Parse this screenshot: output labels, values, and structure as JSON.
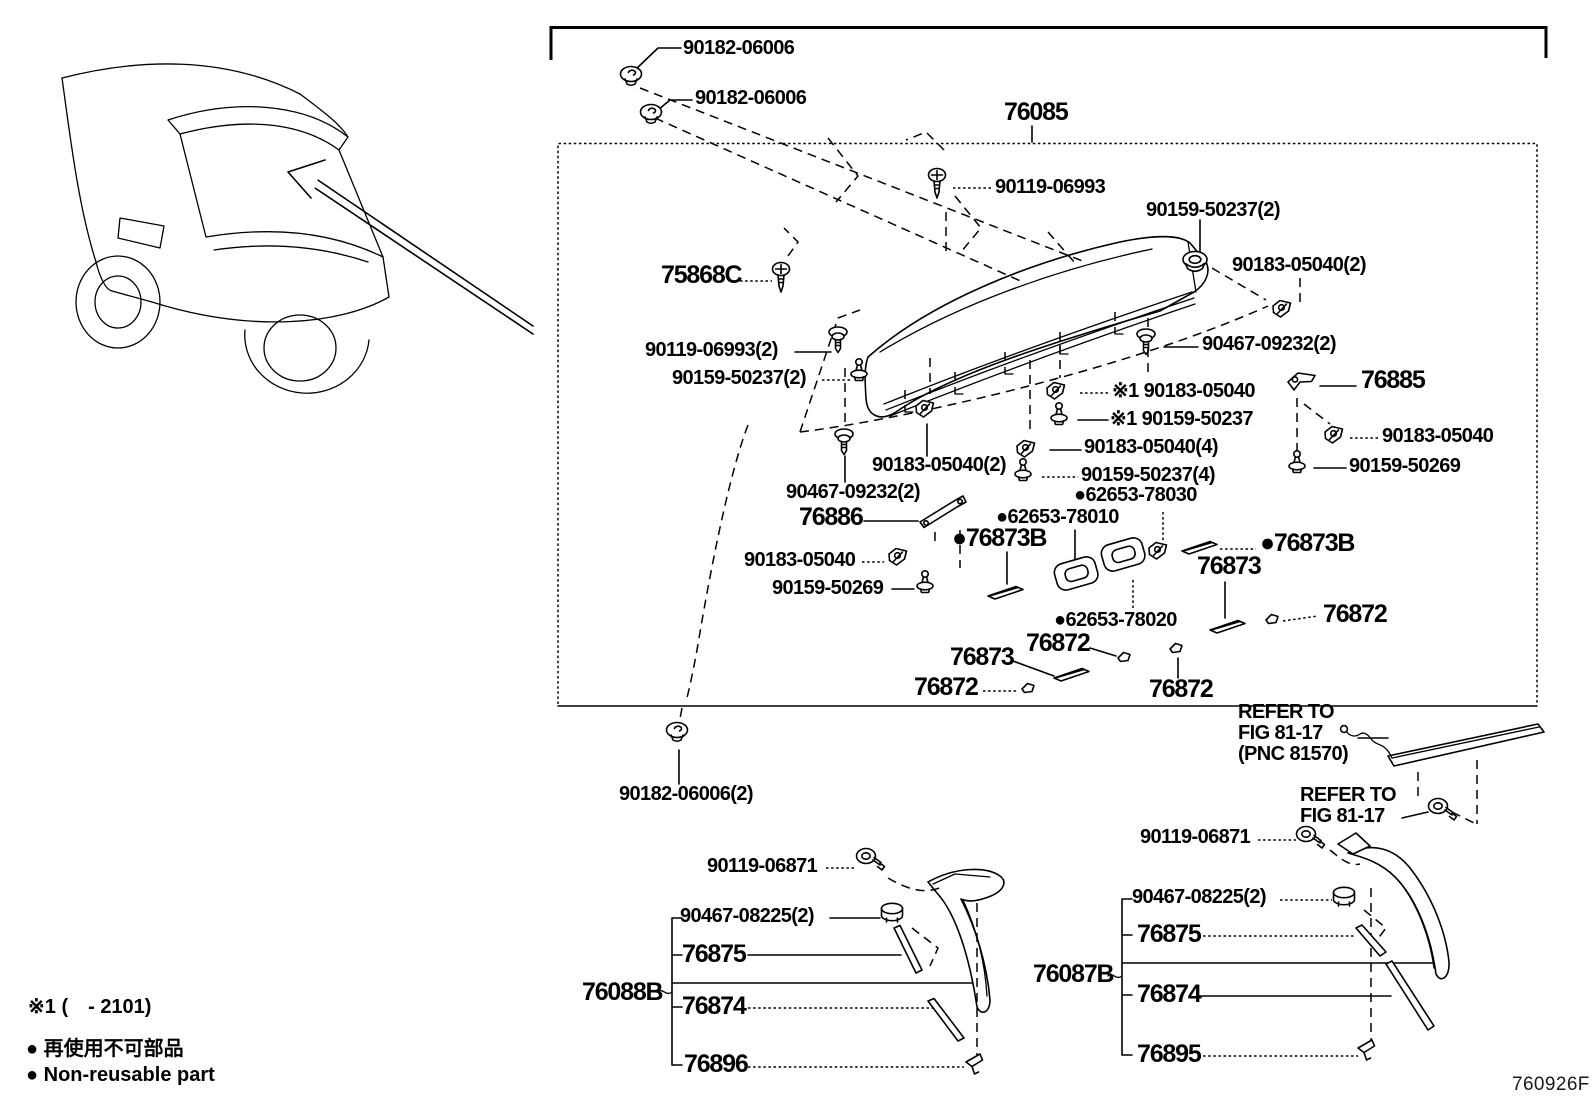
{
  "figure": {
    "code": "760926F"
  },
  "legend": {
    "note1": "※1 (　- 2101)",
    "nonreusable_ja": "● 再使用不可部品",
    "nonreusable_en": "● Non-reusable part"
  },
  "refer": {
    "block1": "REFER TO\nFIG 81-17\n(PNC 81570)",
    "block2": "REFER TO\nFIG 81-17"
  },
  "labels": {
    "n90182_a": "90182-06006",
    "n90182_b": "90182-06006",
    "n76085": "76085",
    "n90119_06993": "90119-06993",
    "n90159_50237_2a": "90159-50237(2)",
    "n90183_05040_2a": "90183-05040(2)",
    "n75868C": "75868C",
    "n90467_09232_2a": "90467-09232(2)",
    "n90119_06993_2": "90119-06993(2)",
    "n90159_50237_2b": "90159-50237(2)",
    "s1_90183_05040": "※1 90183-05040",
    "s1_90159_50237": "※1 90159-50237",
    "n90183_05040_4": "90183-05040(4)",
    "n90159_50237_4": "90159-50237(4)",
    "n76885": "76885",
    "n90183_05040_r": "90183-05040",
    "n90159_50269_r": "90159-50269",
    "n90183_05040_2b": "90183-05040(2)",
    "n90467_09232_2b": "90467-09232(2)",
    "n76886": "76886",
    "n90183_05040_m": "90183-05040",
    "n90159_50269_m": "90159-50269",
    "d62653_78010": "●62653-78010",
    "d76873B_a": "●76873B",
    "d62653_78030": "●62653-78030",
    "d76873B_b": "●76873B",
    "n76873_a": "76873",
    "n76872_r": "76872",
    "d62653_78020": "●62653-78020",
    "n76872_m": "76872",
    "n76873_b": "76873",
    "n76872_l": "76872",
    "n76872_b": "76872",
    "n90182_06006_2": "90182-06006(2)",
    "n90119_06871_l": "90119-06871",
    "n90467_08225_2l": "90467-08225(2)",
    "n76875_l": "76875",
    "n76874_l": "76874",
    "n76896": "76896",
    "n76088B": "76088B",
    "n90119_06871_r": "90119-06871",
    "n90467_08225_2r": "90467-08225(2)",
    "n76875_r": "76875",
    "n76874_r": "76874",
    "n76895": "76895",
    "n76087B": "76087B"
  },
  "icons": {
    "grommet": "oval push-in grommet glyph",
    "screw": "phillips pan-head screw glyph",
    "bolt": "flanged bolt glyph",
    "stud": "stud-and-grommet glyph",
    "clip": "spring metal clip glyph",
    "nut": "flanged speed nut glyph",
    "square_ring": "rounded square seal grommet glyph",
    "strip": "small pad strip glyph",
    "chip": "small retainer chip glyph",
    "pin_bolt": "washer pin bolt glyph",
    "cylinder_clip": "cylindrical clip glyph",
    "cone_clip": "cone retainer clip glyph",
    "corner_bracket": "spoiler corner bracket glyph",
    "bar_bracket": "spoiler side bracket glyph"
  }
}
